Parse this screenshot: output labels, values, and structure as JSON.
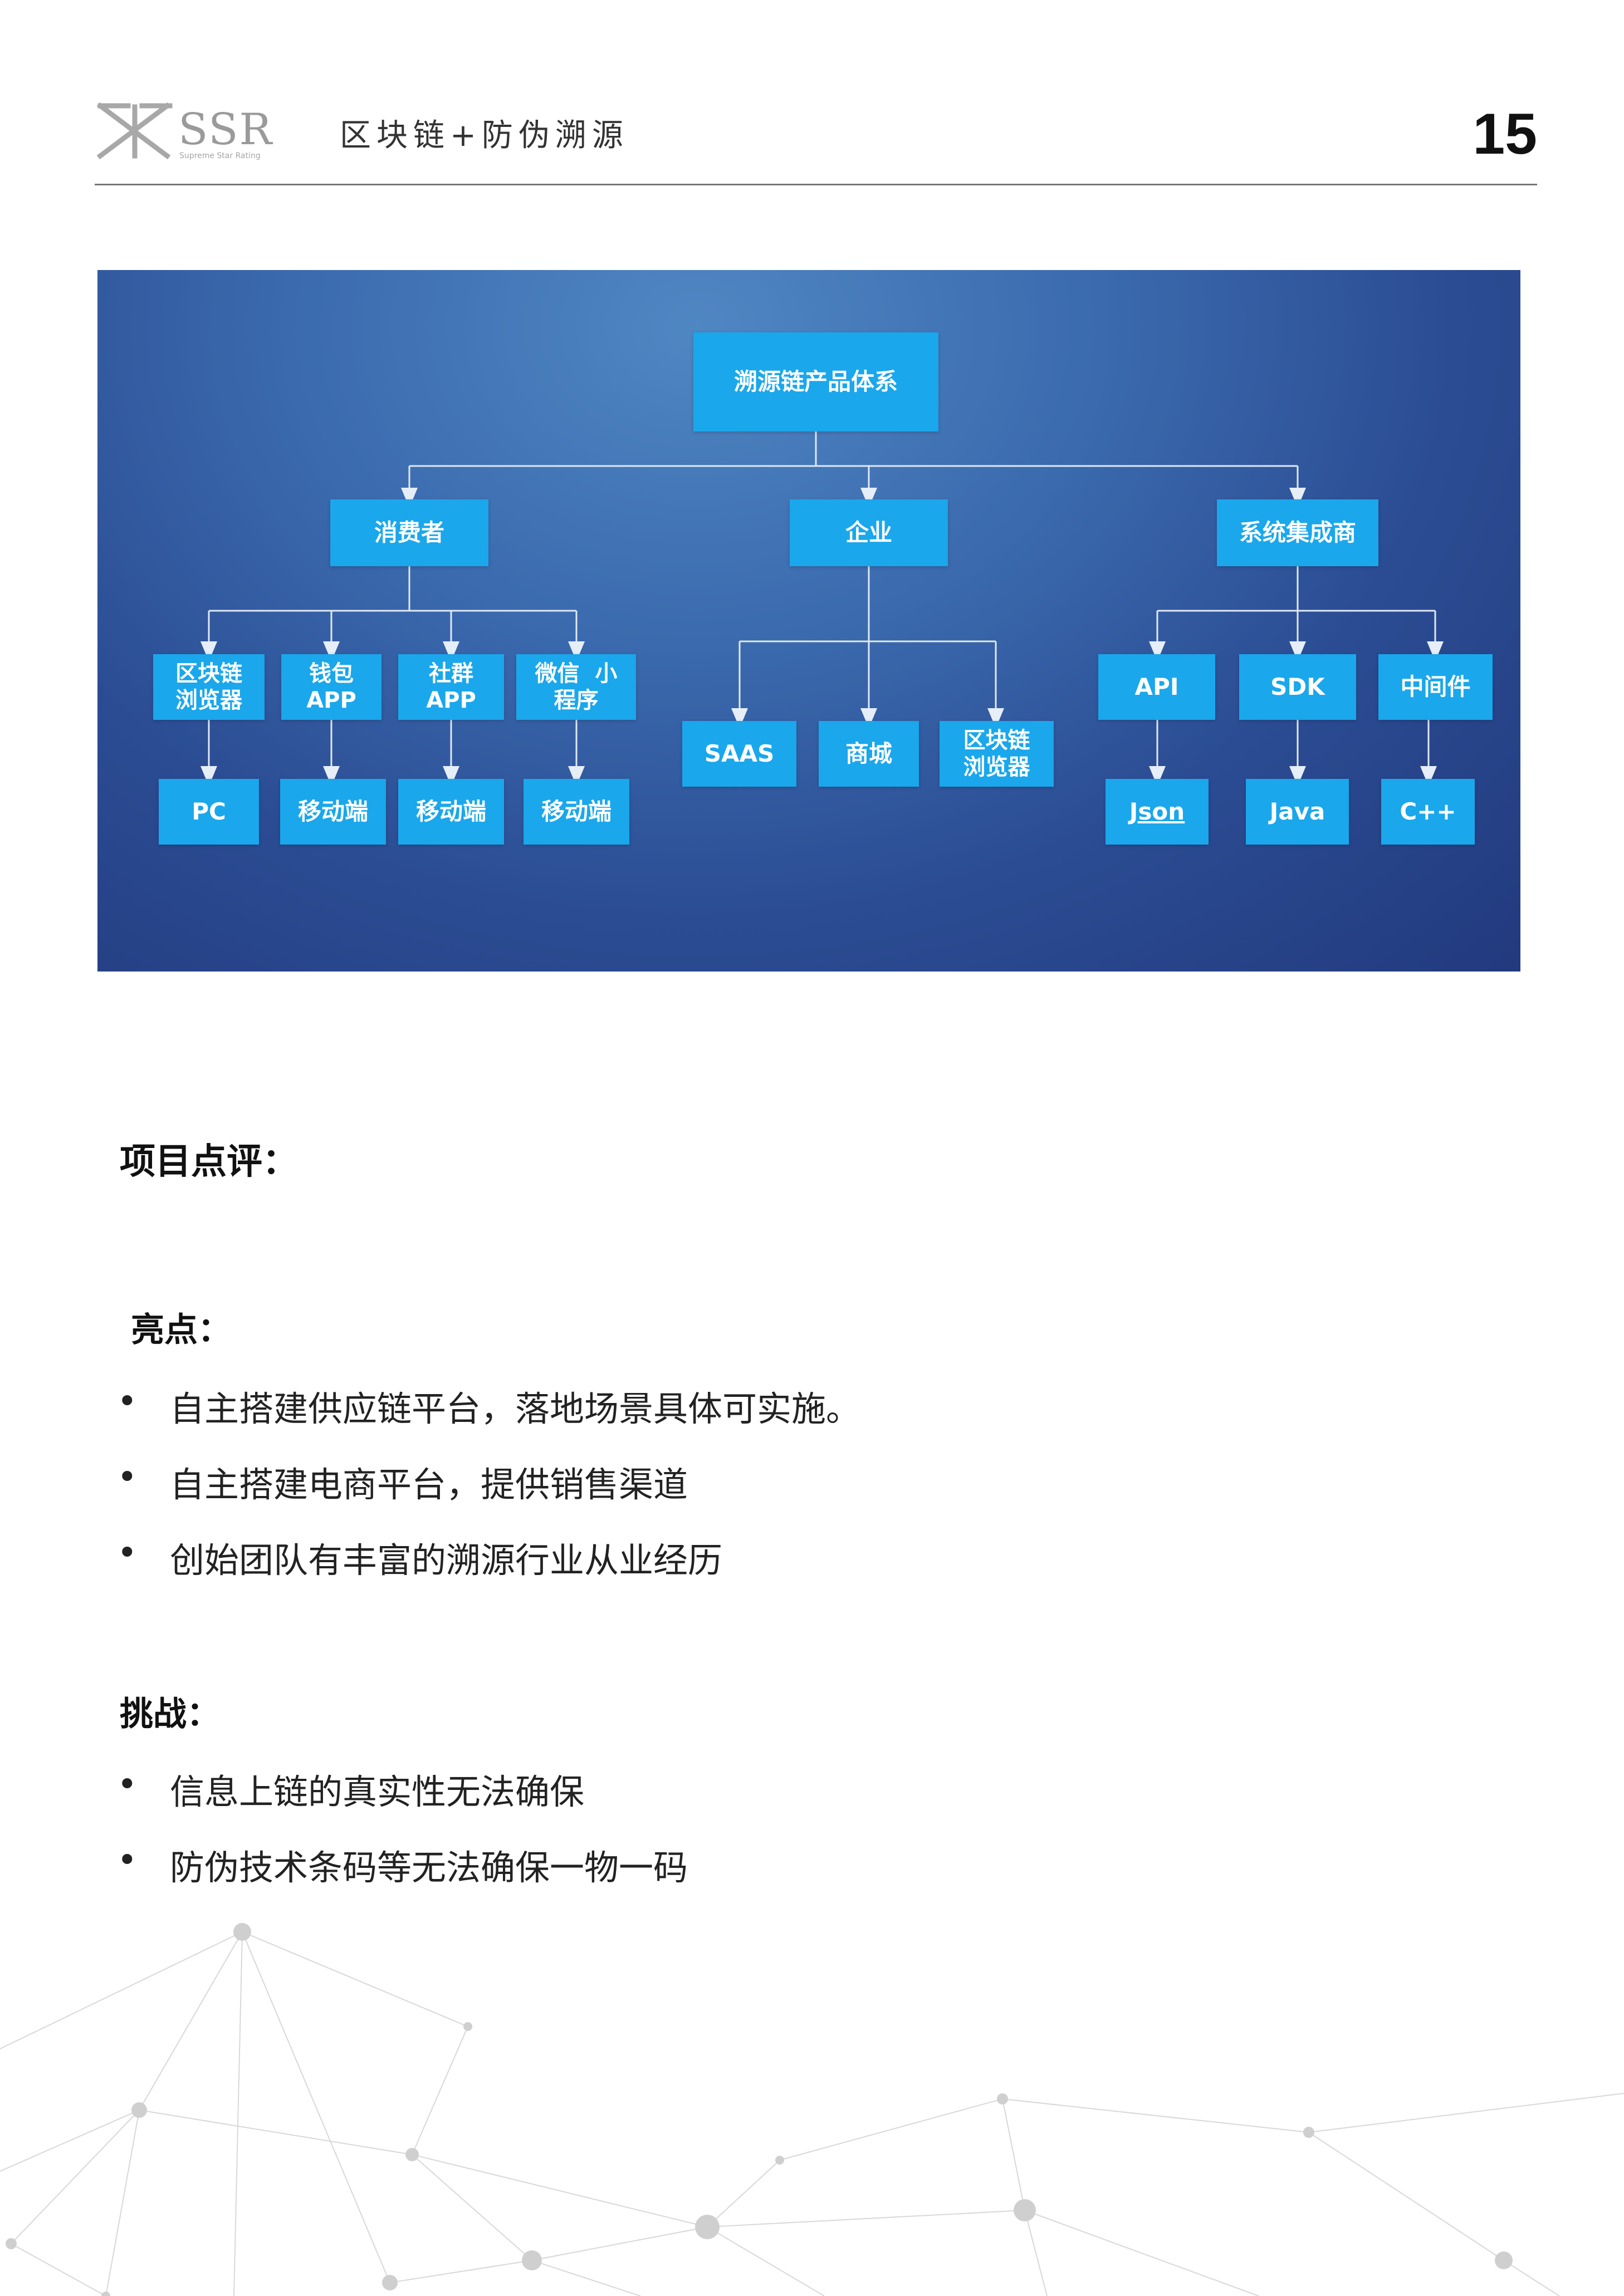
{
  "header": {
    "logo_text": "SSR",
    "logo_sub": "Supreme Star Rating",
    "title": "区块链+防伪溯源",
    "page_number": "15"
  },
  "diagram": {
    "root": "溯源链产品体系",
    "level1": [
      "消费者",
      "企业",
      "系统集成商"
    ],
    "consumer": {
      "platforms": [
        [
          "区块链",
          "浏览器"
        ],
        [
          "钱包",
          "APP"
        ],
        [
          "社群",
          "APP"
        ],
        [
          "微信  小",
          "程序"
        ]
      ],
      "clients": [
        "PC",
        "移动端",
        "移动端",
        "移动端"
      ]
    },
    "enterprise": {
      "products": [
        [
          "SAAS"
        ],
        [
          "商城"
        ],
        [
          "区块链",
          "浏览器"
        ]
      ]
    },
    "integrator": {
      "interfaces": [
        "API",
        "SDK",
        "中间件"
      ],
      "languages": [
        "Json",
        "Java",
        "C++"
      ]
    }
  },
  "review": {
    "heading": "项目点评：",
    "highlights": {
      "heading": "亮点：",
      "items": [
        "自主搭建供应链平台，落地场景具体可实施。",
        "自主搭建电商平台，提供销售渠道",
        "创始团队有丰富的溯源行业从业经历"
      ]
    },
    "challenges": {
      "heading": "挑战：",
      "items": [
        "信息上链的真实性无法确保",
        "防伪技术条码等无法确保一物一码"
      ]
    },
    "bullet_symbol": "•"
  }
}
